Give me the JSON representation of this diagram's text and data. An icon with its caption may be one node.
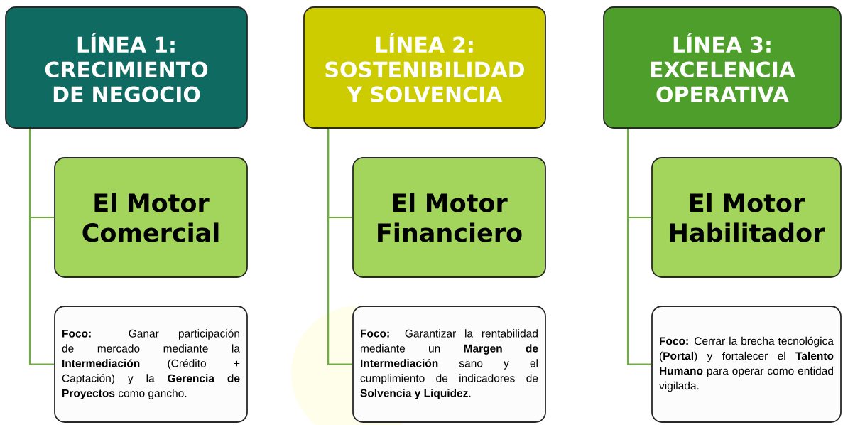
{
  "diagram": {
    "nodes": [
      {
        "text": [
          "LÍNEA 1: CRECIMIENTO DE NEGOCIO"
        ]
      },
      {
        "text": [
          "El Motor Comercial"
        ]
      },
      {
        "text": [
          "**Foco:** Ganar participación de mercado mediante la **Intermediación** (Crédito + Captación) y la **Gerencia de Proyectos** como gancho."
        ]
      },
      {
        "text": [
          "LÍNEA 2: SOSTENIBILIDAD Y SOLVENCIA"
        ]
      },
      {
        "text": [
          "El Motor Financiero"
        ]
      },
      {
        "text": [
          "**Foco:** Garantizar la rentabilidad mediante un **Margen de Intermediación** sano y el cumplimiento de indicadores de **Solvencia y Liquidez**."
        ]
      },
      {
        "text": [
          "LÍNEA 3: EXCELENCIA OPERATIVA"
        ]
      },
      {
        "text": [
          "El Motor Habilitador"
        ]
      },
      {
        "text": [
          "**Foco:** Cerrar la brecha tecnológica (**Portal**) y fortalecer el **Talento Humano** para operar como entidad vigilada."
        ]
      }
    ],
    "edges": [
      {
        "from": 0,
        "to": 1,
        "arrow": "none"
      },
      {
        "from": 0,
        "to": 2,
        "arrow": "none"
      },
      {
        "from": 3,
        "to": 4,
        "arrow": "none"
      },
      {
        "from": 3,
        "to": 5,
        "arrow": "none"
      },
      {
        "from": 6,
        "to": 7,
        "arrow": "none"
      },
      {
        "from": 6,
        "to": 8,
        "arrow": "none"
      }
    ]
  }
}
